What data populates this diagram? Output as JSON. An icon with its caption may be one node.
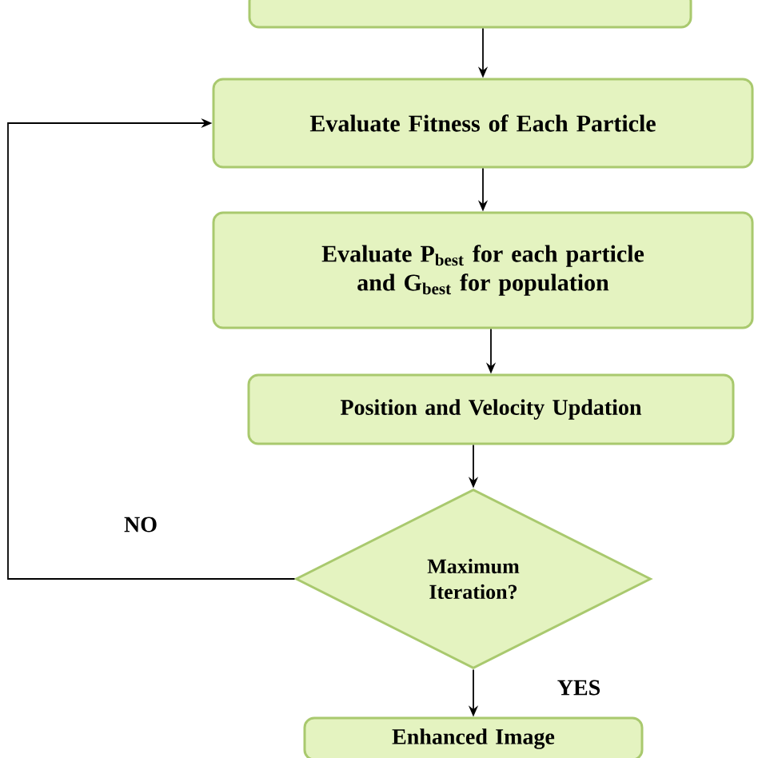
{
  "diagram": {
    "nodes": [
      {
        "text": [],
        "shape": "box"
      },
      {
        "text": [
          "Evaluate Fitness of Each Particle"
        ]
      },
      {
        "text": [
          "Evaluate P$_{best}$ for each particle and G$_{best}$ for population"
        ]
      },
      {
        "text": [
          "Position and Velocity Updation"
        ]
      },
      {
        "text": [
          "Maximum Iteration?"
        ]
      },
      {
        "text": [
          "Enhanced Image"
        ]
      }
    ],
    "edges": [
      {
        "from": 0,
        "to": 1,
        "arrow": "to"
      },
      {
        "from": 1,
        "to": 2,
        "arrow": "to"
      },
      {
        "from": 2,
        "to": 3,
        "arrow": "to"
      },
      {
        "from": 3,
        "to": 4,
        "arrow": "to"
      },
      {
        "from": 4,
        "to": 5,
        "arrow": "to",
        "label": "YES"
      },
      {
        "from": 4,
        "to": 1,
        "arrow": "to",
        "label": "NO"
      }
    ]
  }
}
